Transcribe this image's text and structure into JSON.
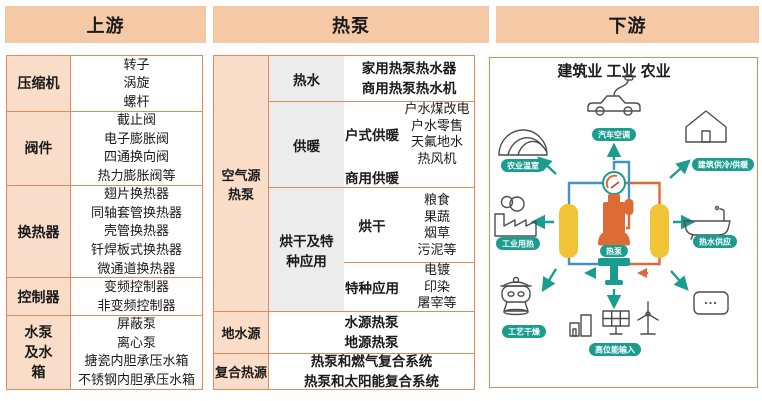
{
  "headers": {
    "upstream": "上游",
    "midstream": "热泵",
    "downstream": "下游"
  },
  "upstream": {
    "rows": [
      {
        "category": "压缩机",
        "items": [
          "转子",
          "涡旋",
          "螺杆"
        ]
      },
      {
        "category": "阀件",
        "items": [
          "截止阀",
          "电子膨胀阀",
          "四通换向阀",
          "热力膨胀阀等"
        ]
      },
      {
        "category": "换热器",
        "items": [
          "翅片换热器",
          "同轴套管换热器",
          "壳管换热器",
          "钎焊板式换热器",
          "微通道换热器"
        ]
      },
      {
        "category": "控制器",
        "items": [
          "变频控制器",
          "非变频控制器"
        ]
      },
      {
        "category": "水泵及水箱",
        "items": [
          "屏蔽泵",
          "离心泵",
          "搪瓷内胆承压水箱",
          "不锈钢内胆承压水箱"
        ]
      }
    ]
  },
  "midstream": {
    "air_source": {
      "category": "空气源热泵",
      "hot_water": {
        "label": "热水",
        "items": [
          "家用热泵热水器",
          "商用热泵热水机"
        ]
      },
      "heating": {
        "label": "供暖",
        "household": {
          "label": "户式供暖",
          "items": [
            "户水煤改电",
            "户水零售",
            "天氟地水",
            "热风机"
          ]
        },
        "commercial_label": "商用供暖"
      },
      "drying_special": {
        "label": "烘干及特种应用",
        "drying": {
          "label": "烘干",
          "items": [
            "粮食",
            "果蔬",
            "烟草",
            "污泥等"
          ]
        },
        "special": {
          "label": "特种应用",
          "items": [
            "电镀",
            "印染",
            "屠宰等"
          ]
        }
      }
    },
    "ground_water": {
      "category": "地水源",
      "items": [
        "水源热泵",
        "地源热泵"
      ]
    },
    "composite": {
      "category": "复合热源",
      "items": [
        "热泵和燃气复合系统",
        "热泵和太阳能复合系统"
      ]
    }
  },
  "downstream": {
    "title": "建筑业 工业 农业",
    "labels": {
      "car_ac": "汽车空调",
      "greenhouse": "农业温室",
      "building": "建筑供冷/供暖",
      "industrial": "工业用热",
      "hot_water": "热水供应",
      "process_drying": "工艺干燥",
      "energy_input": "高位能输入",
      "heat_pump": "热泵",
      "others": "..."
    }
  },
  "colors": {
    "header_bg": "#F5C9A5",
    "category_bg": "#FADDC8",
    "gray_cell_bg": "#ECECEC",
    "border": "#E08A5E",
    "teal": "#1B9C8F",
    "orange": "#DD6B35",
    "yellow": "#F2C337",
    "blue": "#4493C6"
  }
}
